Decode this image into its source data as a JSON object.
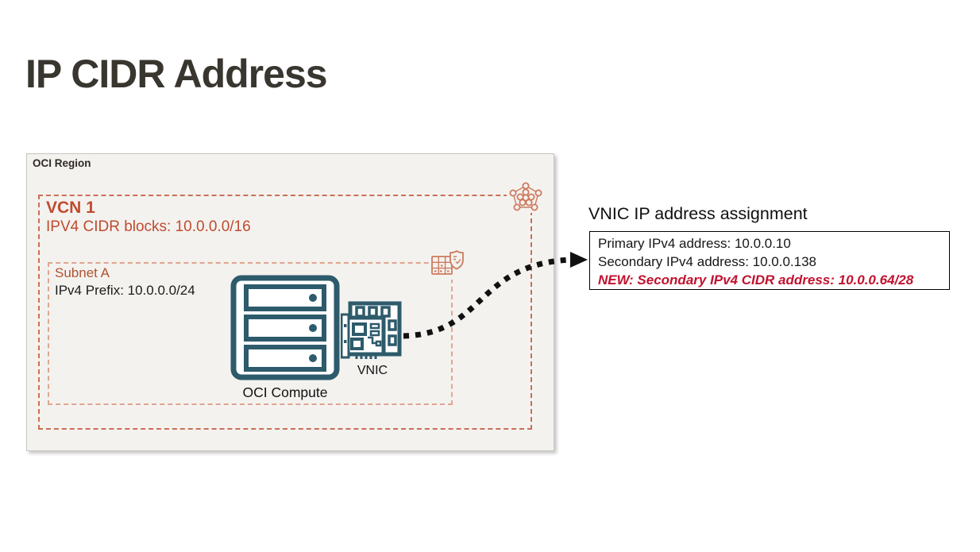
{
  "title": "IP CIDR Address",
  "region": {
    "label": "OCI Region"
  },
  "vcn": {
    "name": "VCN 1",
    "cidr": "IPV4 CIDR blocks: 10.0.0.0/16"
  },
  "subnet": {
    "name": "Subnet A",
    "prefix": "IPv4 Prefix: 10.0.0.0/24"
  },
  "compute": {
    "label": "OCI Compute"
  },
  "vnic": {
    "label": "VNIC"
  },
  "assignment": {
    "heading": "VNIC IP address assignment",
    "primary": "Primary IPv4 address: 10.0.0.10",
    "secondary": "Secondary IPv4 address: 10.0.0.138",
    "new_entry": "NEW: Secondary IPv4 CIDR address: 10.0.0.64/28"
  },
  "icons": {
    "vcn_icon": "circle-cluster-network",
    "subnet_icon": "grid-with-shield",
    "compute_icon": "server-stack",
    "vnic_icon": "network-interface-card",
    "arrow_icon": "dotted-curved-arrow"
  },
  "colors": {
    "title_text": "#39352f",
    "region_bg": "#f4f2ef",
    "region_border": "#c8c5c2",
    "vcn_border": "#ca7054",
    "vcn_text": "#bf4b2f",
    "subnet_border": "#e0a58e",
    "subnet_text": "#b05231",
    "icon_salmon": "#cc7a5e",
    "icon_teal": "#2d5b6b",
    "alert_red": "#c1122f",
    "arrow_black": "#111111"
  }
}
